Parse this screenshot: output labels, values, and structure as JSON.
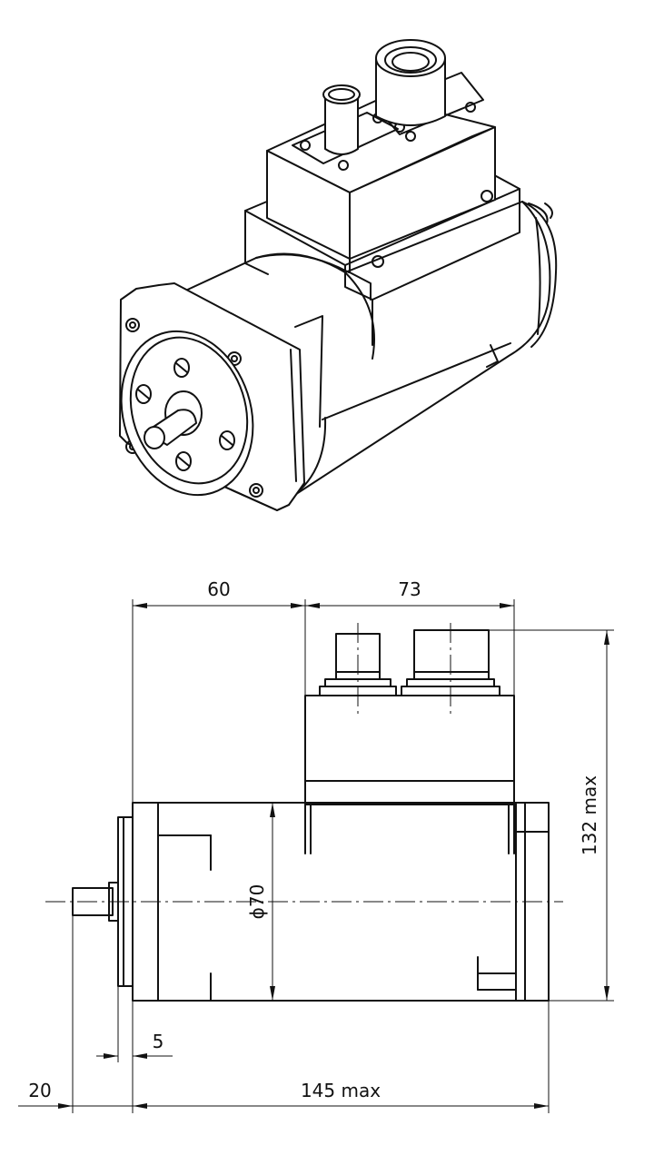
{
  "dimensions": {
    "mounting_to_connector": "60",
    "connector_box_length": "73",
    "overall_height": "132 max",
    "body_diameter": "ϕ70",
    "flange_thickness": "5",
    "shaft_length": "20",
    "overall_length": "145 max"
  }
}
